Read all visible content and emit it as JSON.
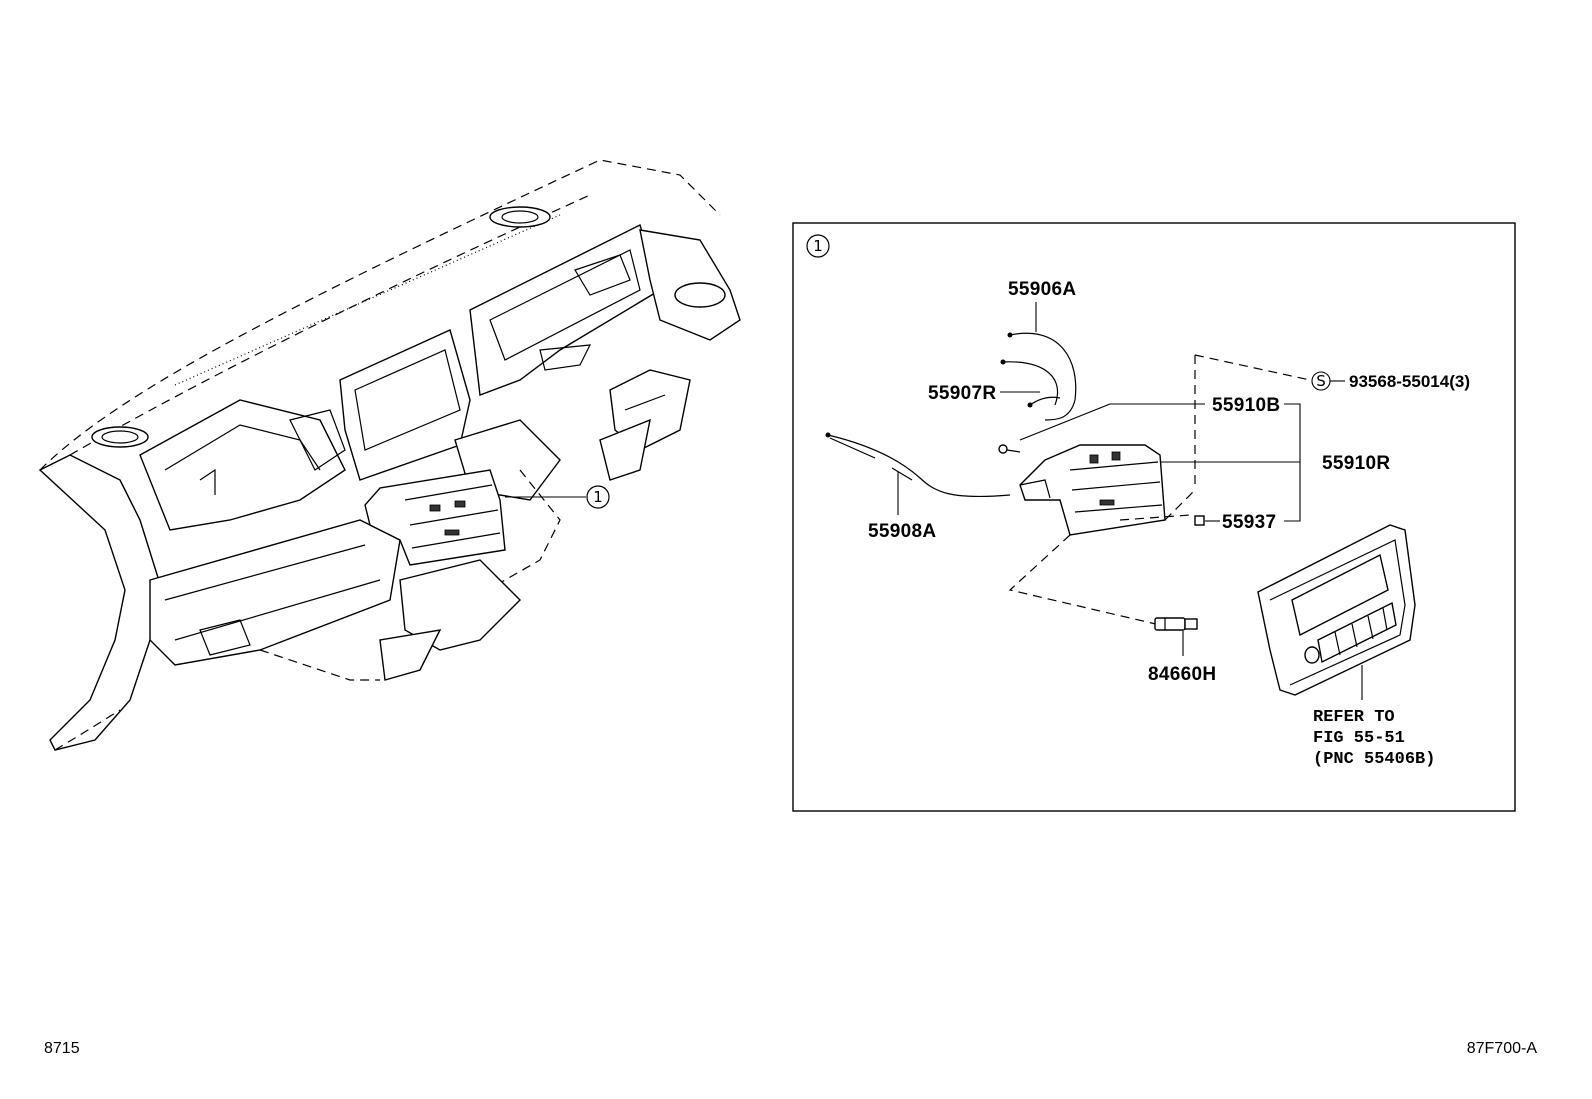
{
  "callout_marker": "1",
  "parts": {
    "p55906A": "55906A",
    "p55907R": "55907R",
    "p55910B": "55910B",
    "p55910R": "55910R",
    "p55937": "55937",
    "p55908A": "55908A",
    "p84660H": "84660H",
    "p93568": "93568-55014(3)",
    "s_marker": "S"
  },
  "refer_note": {
    "line1": "REFER TO",
    "line2": "FIG 55-51",
    "line3": "(PNC 55406B)"
  },
  "footer": {
    "left_code": "8715",
    "right_code": "87F700-A"
  }
}
